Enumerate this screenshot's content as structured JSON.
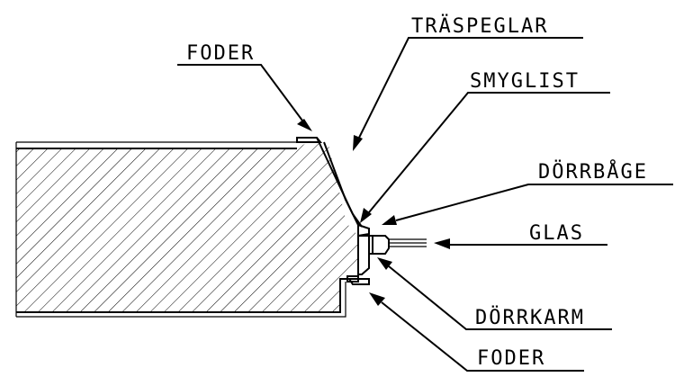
{
  "labels": {
    "foder_top": "FODER",
    "traspeglar": "TRÄSPEGLAR",
    "smyglist": "SMYGLIST",
    "dorrbage": "DÖRRBÅGE",
    "glas": "GLAS",
    "dorrkarm": "DÖRRKARM",
    "foder_bottom": "FODER"
  },
  "colors": {
    "ink": "#000000",
    "background": "#ffffff"
  }
}
